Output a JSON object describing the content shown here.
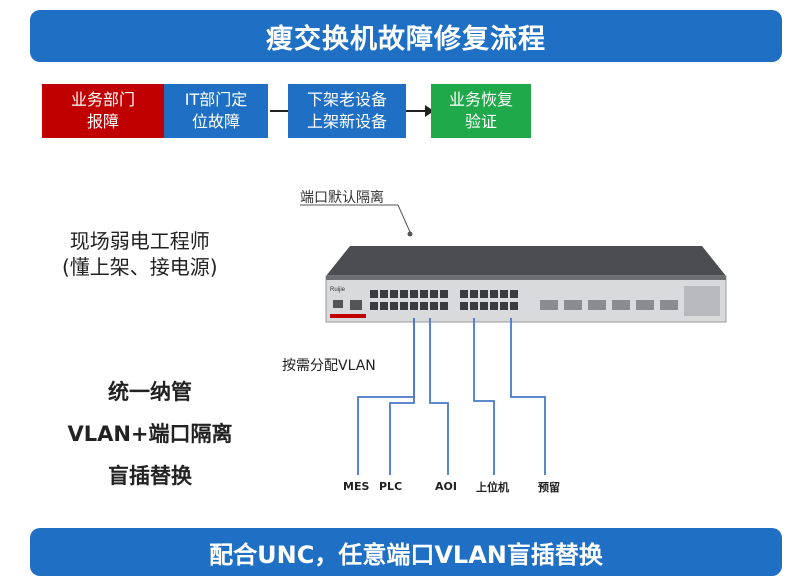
{
  "title": "瘦交换机故障修复流程",
  "flow_steps": [
    {
      "label": "业务部门\n报障",
      "color": "#c00000"
    },
    {
      "label": "IT部门定\n位故障",
      "color": "#1f6fc5"
    },
    {
      "label": "下架老设备\n上架新设备",
      "color": "#1f6fc5"
    },
    {
      "label": "业务恢复\n验证",
      "color": "#1fa94a"
    }
  ],
  "engineer_text": "现场弱电工程师\n(懂上架、接电源)",
  "switch_label": "端口默认隔离",
  "vlan_label": "按需分配VLAN",
  "features": [
    "统一纳管",
    "VLAN+端口隔离",
    "盲插替换"
  ],
  "devices": [
    "MES",
    "PLC",
    "AOI",
    "上位机",
    "预留"
  ],
  "footer": "配合UNC，任意端口VLAN盲插替换",
  "colors": {
    "banner": "#1f6fc5",
    "line": "#4a78c8"
  }
}
